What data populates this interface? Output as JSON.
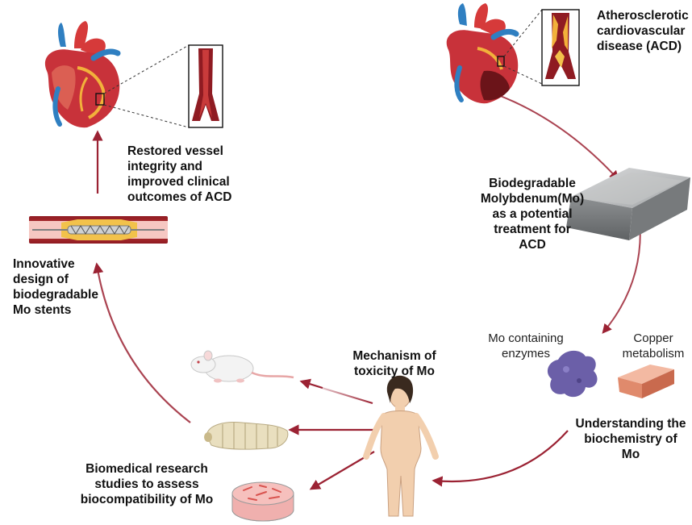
{
  "labels": {
    "acd": "Atherosclerotic\ncardiovascular\ndisease (ACD)",
    "restored": "Restored vessel\nintegrity and\nimproved clinical\noutcomes of ACD",
    "mo_treatment": "Biodegradable\nMolybdenum(Mo)\nas a potential\ntreatment for\nACD",
    "stent_design": "Innovative\ndesign of\nbiodegradable\nMo stents",
    "mechanism": "Mechanism of\ntoxicity of Mo",
    "mo_enzymes": "Mo containing\nenzymes",
    "copper": "Copper\nmetabolism",
    "biochemistry": "Understanding the\nbiochemistry of\nMo",
    "biomedical": "Biomedical research\nstudies to assess\nbiocompatibility of Mo"
  },
  "colors": {
    "arrow": "#9b2233",
    "heart": "#c8323a",
    "aorta_blue": "#2f7fc1",
    "ingot": "#8f9294",
    "skin": "#f2cfae"
  },
  "icons": [
    "heart-icon",
    "vessel-inset-icon",
    "stent-icon",
    "ingot-icon",
    "enzyme-icon",
    "copper-bar-icon",
    "rat-icon",
    "larva-icon",
    "petri-dish-icon",
    "human-figure-icon"
  ]
}
